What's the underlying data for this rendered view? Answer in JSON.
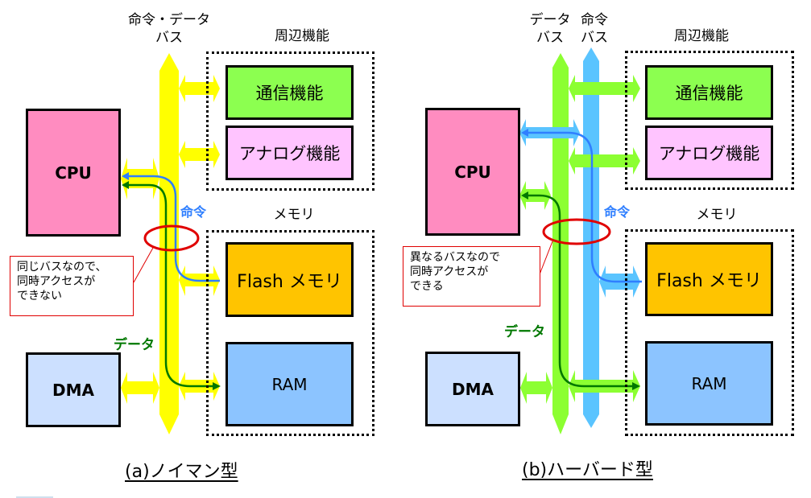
{
  "colors": {
    "cpu": "#ff8cc0",
    "comm": "#8cff50",
    "analog": "#ffc4ff",
    "flash": "#ffc400",
    "ram": "#8cc4ff",
    "dma": "#cce0ff",
    "bus_yellow": "#ffff00",
    "bus_green": "#8cff32",
    "bus_blue": "#5ac4ff",
    "instr_line": "#2f7fff",
    "data_line": "#007800",
    "callout_border": "#e00000"
  },
  "left": {
    "bus_label": "命令・データ\nバス",
    "peripheral_group_label": "周辺機能",
    "memory_group_label": "メモリ",
    "blocks": {
      "cpu": "CPU",
      "dma": "DMA",
      "comm": "通信機能",
      "analog": "アナログ機能",
      "flash": "Flash メモリ",
      "ram": "RAM"
    },
    "instruction_tag": "命令",
    "data_tag": "データ",
    "callout": "同じバスなので、\n同時アクセスが\nできない",
    "caption": "(a)ノイマン型"
  },
  "right": {
    "data_bus_label": "データ\nバス",
    "instr_bus_label": "命令\nバス",
    "peripheral_group_label": "周辺機能",
    "memory_group_label": "メモリ",
    "blocks": {
      "cpu": "CPU",
      "dma": "DMA",
      "comm": "通信機能",
      "analog": "アナログ機能",
      "flash": "Flash メモリ",
      "ram": "RAM"
    },
    "instruction_tag": "命令",
    "data_tag": "データ",
    "callout": "異なるバスなので\n同時アクセスが\nできる",
    "caption": "(b)ハーバード型"
  }
}
